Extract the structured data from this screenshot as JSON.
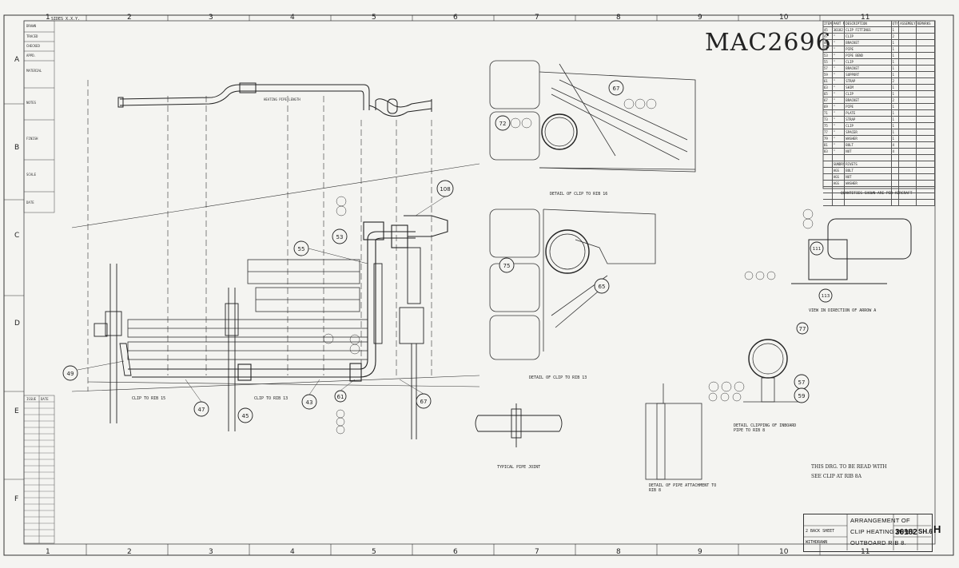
{
  "drawing": {
    "handwritten_ref": "MAC2696",
    "title_lines": [
      "ARRANGEMENT OF",
      "CLIP HEATING PIPES",
      "OUTBOARD RIB 8."
    ],
    "drawing_number": "36182",
    "sheet": "SH.6",
    "sheet_suffix": "H",
    "tb_left_notes": [
      "2 BACK SHEET",
      "WITHDRAWN"
    ],
    "top_left_tag": "SIDES X.X.Y."
  },
  "grid": {
    "top": [
      "1",
      "2",
      "3",
      "4",
      "5",
      "6",
      "7",
      "8",
      "9",
      "10",
      "11"
    ],
    "bottom": [
      "1",
      "2",
      "3",
      "4",
      "5",
      "6",
      "7",
      "8",
      "9",
      "10",
      "11"
    ],
    "left": [
      "A",
      "B",
      "C",
      "D",
      "E",
      "F"
    ]
  },
  "revisions": {
    "header": [
      "ITEM",
      "PART No.",
      "DESCRIPTION",
      "QTY",
      "ASSEMBLY",
      "REMARKS"
    ],
    "rows": [
      [
        "45",
        "36182",
        "CLIP FITTINGS",
        "1",
        "",
        ""
      ],
      [
        "47",
        "\"",
        "CLIP",
        "2",
        "",
        ""
      ],
      [
        "49",
        "\"",
        "BRACKET",
        "1",
        "",
        ""
      ],
      [
        "51",
        "\"",
        "PIPE",
        "1",
        "",
        ""
      ],
      [
        "53",
        "\"",
        "PIPE BEND",
        "1",
        "",
        ""
      ],
      [
        "55",
        "\"",
        "CLIP",
        "1",
        "",
        ""
      ],
      [
        "57",
        "\"",
        "BRACKET",
        "1",
        "",
        ""
      ],
      [
        "59",
        "\"",
        "SUPPORT",
        "1",
        "",
        ""
      ],
      [
        "61",
        "\"",
        "STRAP",
        "2",
        "",
        ""
      ],
      [
        "63",
        "\"",
        "SHIM",
        "1",
        "",
        ""
      ],
      [
        "65",
        "\"",
        "CLIP",
        "1",
        "",
        ""
      ],
      [
        "67",
        "\"",
        "BRACKET",
        "2",
        "",
        ""
      ],
      [
        "69",
        "\"",
        "PIPE",
        "1",
        "",
        ""
      ],
      [
        "71",
        "\"",
        "PLATE",
        "1",
        "",
        ""
      ],
      [
        "73",
        "\"",
        "STRAP",
        "1",
        "",
        ""
      ],
      [
        "75",
        "\"",
        "CLIP",
        "1",
        "",
        ""
      ],
      [
        "77",
        "\"",
        "SPACER",
        "1",
        "",
        ""
      ],
      [
        "79",
        "\"",
        "WASHER",
        "1",
        "",
        ""
      ],
      [
        "81",
        "\"",
        "BOLT",
        "4",
        "",
        ""
      ],
      [
        "83",
        "\"",
        "NUT",
        "4",
        "",
        ""
      ],
      [
        "",
        "",
        "",
        "",
        "",
        ""
      ],
      [
        "",
        "SUNDRY",
        "RIVETS",
        "",
        "",
        ""
      ],
      [
        "",
        "AGS",
        "BOLT",
        "",
        "",
        ""
      ],
      [
        "",
        "AGS",
        "NUT",
        "",
        "",
        ""
      ],
      [
        "",
        "AGS",
        "WASHER",
        "",
        "",
        ""
      ],
      [
        "",
        "",
        "",
        "",
        "",
        ""
      ],
      [
        "",
        "",
        "",
        "",
        "",
        ""
      ],
      [
        "",
        "",
        "",
        "",
        "",
        ""
      ]
    ],
    "footer": "QUANTITIES SHOWN ARE PER AIRCRAFT"
  },
  "labels": {
    "detail_rib16": "DETAIL OF CLIP TO RIB 16",
    "detail_rib13": "DETAIL OF CLIP TO RIB 13",
    "typical_joint": "TYPICAL PIPE JOINT",
    "pipe_attach": "DETAIL OF PIPE ATTACHMENT TO RIB 8",
    "clip_rib8": "DETAIL CLIPPING OF INBOARD PIPE TO RIB 8",
    "view_a": "VIEW IN DIRECTION OF ARROW A",
    "clip_rib15": "CLIP TO RIB 15",
    "clip_rib13": "CLIP TO RIB 13",
    "note": "THIS DRG. TO BE READ WITH",
    "note2": "SEE CLIP AT RIB 8A"
  },
  "balloons": {
    "b49": "49",
    "b47": "47",
    "b45": "45",
    "b43": "43",
    "b67a": "67",
    "b55": "55",
    "b53": "53",
    "b67b": "67",
    "b72": "72",
    "b65": "65",
    "b75": "75",
    "b57": "57",
    "b59": "59",
    "b77": "77",
    "b111": "111",
    "b113": "113",
    "b108": "108",
    "b61": "61"
  }
}
